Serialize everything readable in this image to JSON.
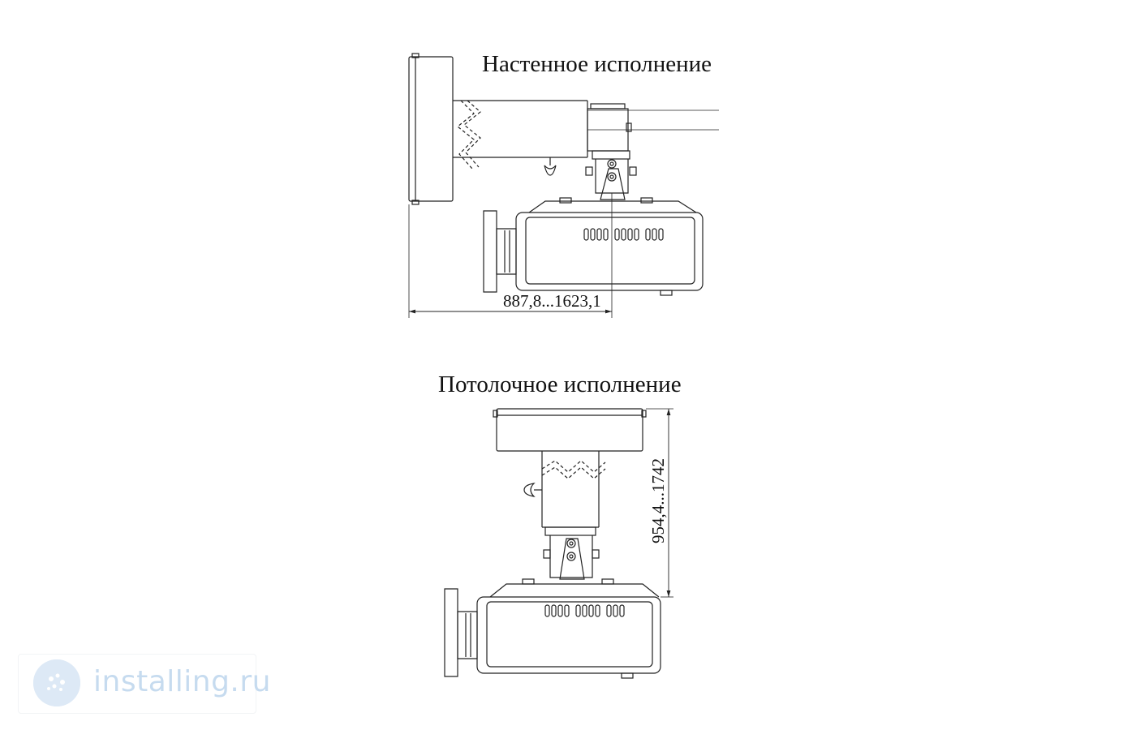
{
  "titles": {
    "wall_mount": "Настенное исполнение",
    "ceiling_mount": "Потолочное исполнение"
  },
  "dimensions": {
    "wall_reach": "887,8...1623,1",
    "ceiling_drop": "954,4...1742"
  },
  "watermark": {
    "text": "installing.ru"
  },
  "colors": {
    "line": "#222222",
    "watermark": "#c6dbef"
  }
}
